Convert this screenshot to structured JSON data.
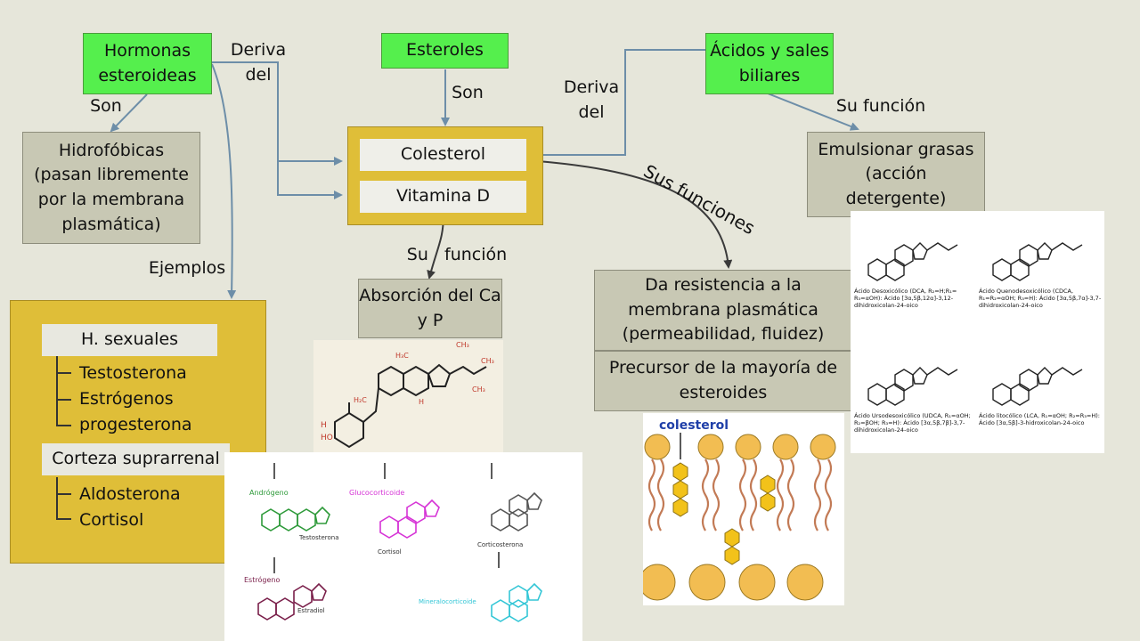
{
  "nodes": {
    "hormonas": "Hormonas esteroideas",
    "esteroles": "Esteroles",
    "acidos": "Ácidos y sales biliares",
    "hidrofobicas": "Hidrofóbicas (pasan libremente por la membrana plasmática)",
    "colesterol": "Colesterol",
    "vitamina_d": "Vitamina D",
    "emulsionar": "Emulsionar grasas (acción detergente)",
    "absorcion": "Absorción del Ca y P",
    "resistencia": "Da resistencia a la membrana plasmática (permeabilidad, fluidez)",
    "precursor": "Precursor de la mayoría de esteroides"
  },
  "labels": {
    "deriva_del_left": "Deriva del",
    "son_left": "Son",
    "son_mid": "Son",
    "deriva_del_right": "Deriva del",
    "su_funcion_right": "Su función",
    "sus_funciones": "Sus funciones",
    "su_funcion_mid": "Su   función",
    "ejemplos": "Ejemplos"
  },
  "examples": {
    "sexuales_title": "H. sexuales",
    "sexuales_items": [
      "Testosterona",
      "Estrógenos",
      "progesterona"
    ],
    "corteza_title": "Corteza suprarrenal",
    "corteza_items": [
      "Aldosterona",
      "Cortisol"
    ]
  },
  "steroid_figure": {
    "androgeno": "Andrógeno",
    "testosterona": "Testosterona",
    "glucocorticoide": "Glucocorticoide",
    "cortisol": "Cortisol",
    "corticosterona": "Corticosterona",
    "estrogeno": "Estrógeno",
    "estradiol": "Estradiol",
    "mineralocorticoide": "Mineralocorticoide"
  },
  "bile_figure": {
    "dca": "Ácido Desoxicólico (DCA, R₂=H;R₁= R₃=αOH): Ácido [3α,5β,12α]-3,12-dihidroxicolan-24-oico",
    "cdca": "Ácido Quenodesoxicólico (CDCA, R₁=R₂=αOH; R₃=H): Ácido [3α,5β,7α]-3,7-dihidroxicolan-24-oico",
    "udca": "Ácido Ursodesoxicólico (UDCA, R₁=αOH; R₂=βOH; R₃=H): Ácido [3α,5β,7β]-3,7-dihidroxicolan-24-oico",
    "lca": "Ácido litocólico (LCA, R₁=αOH; R₂=R₃=H): Ácido [3α,5β]-3-hidroxicolan-24-oico"
  },
  "membrane_figure": {
    "label": "colesterol"
  },
  "colors": {
    "green": "#55ef4d",
    "grey": "#c8c8b4",
    "gold": "#dfbe38",
    "arrow": "#6d8ea8"
  }
}
